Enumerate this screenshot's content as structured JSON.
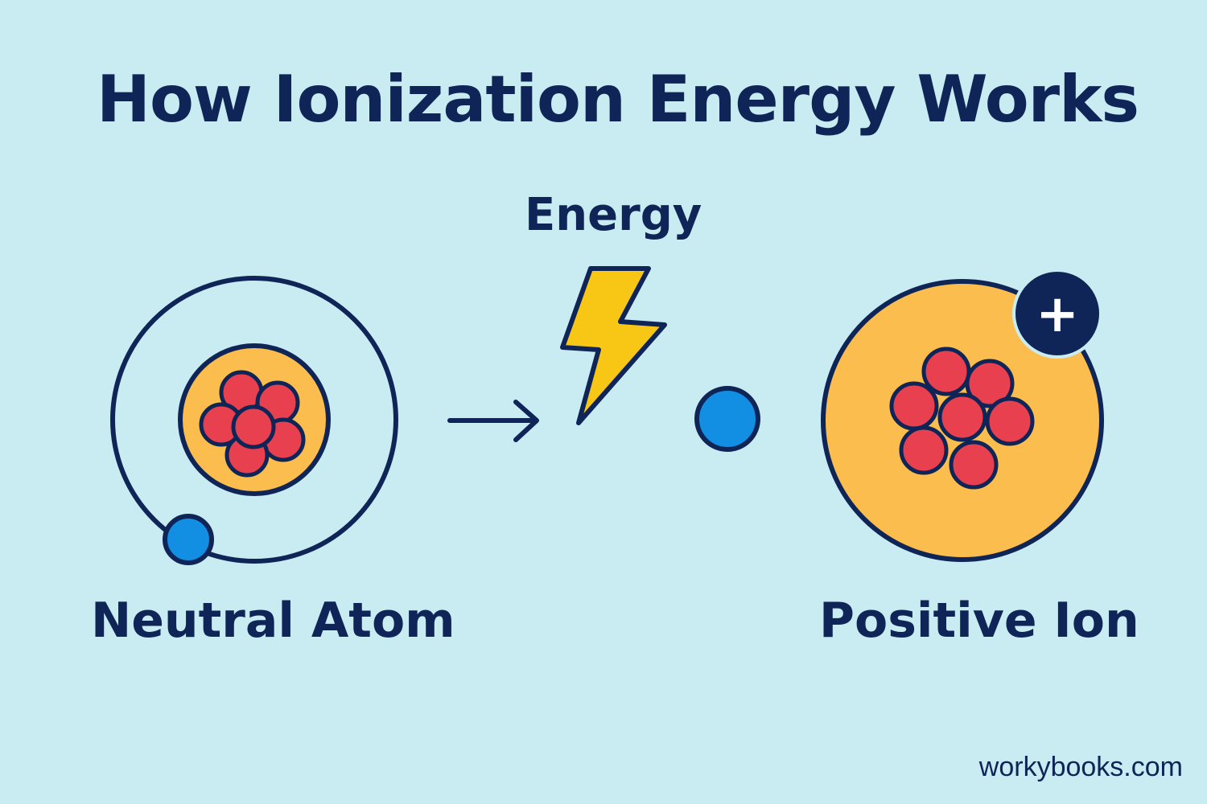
{
  "title": "How Ionization Energy Works",
  "energy_label": "Energy",
  "neutral_atom_label": "Neutral Atom",
  "positive_ion_label": "Positive Ion",
  "charge_symbol": "+",
  "watermark": "workybooks.com",
  "icons": {
    "arrow": "right-arrow-icon",
    "energy": "lightning-bolt-icon",
    "electron": "electron-icon",
    "charge": "plus-badge-icon"
  },
  "colors": {
    "background": "#c9ecf2",
    "outline": "#0f2557",
    "nucleus_shell": "#fbbd4d",
    "proton": "#e8404f",
    "electron": "#128ee3",
    "bolt": "#f8c615"
  }
}
